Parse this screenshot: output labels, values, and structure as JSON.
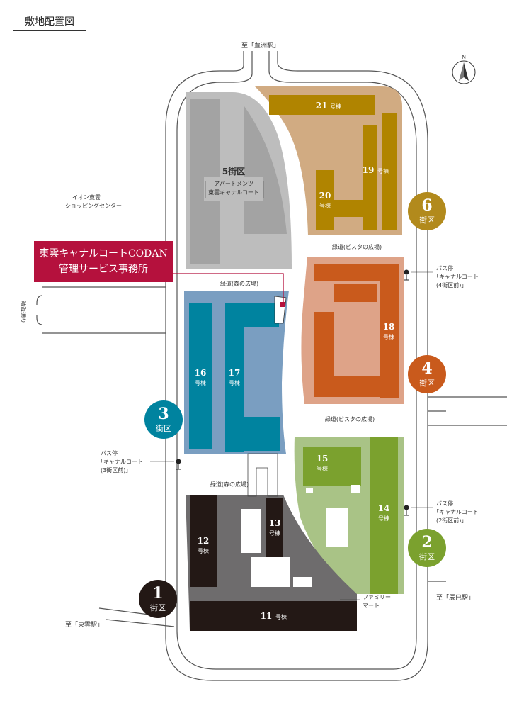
{
  "title": "敷地配置図",
  "office": {
    "line1": "東雲キャナルコートCODAN",
    "line2": "管理サービス事務所"
  },
  "compass": "N",
  "districts": [
    {
      "num": "1",
      "label": "街区",
      "color": "#231815"
    },
    {
      "num": "2",
      "label": "街区",
      "color": "#7ba12e"
    },
    {
      "num": "3",
      "label": "街区",
      "color": "#00839f"
    },
    {
      "num": "4",
      "label": "街区",
      "color": "#c95a1c"
    },
    {
      "num": "6",
      "label": "街区",
      "color": "#b28a1c"
    }
  ],
  "district5": {
    "name": "5街区",
    "sub1": "アパートメンツ",
    "sub2": "東雲キャナルコート"
  },
  "buildings": [
    {
      "num": "11",
      "suffix": "号棟"
    },
    {
      "num": "12",
      "suffix": "号棟"
    },
    {
      "num": "13",
      "suffix": "号棟"
    },
    {
      "num": "14",
      "suffix": "号棟"
    },
    {
      "num": "15",
      "suffix": "号棟"
    },
    {
      "num": "16",
      "suffix": "号棟"
    },
    {
      "num": "17",
      "suffix": "号棟"
    },
    {
      "num": "18",
      "suffix": "号棟"
    },
    {
      "num": "19",
      "suffix": "号棟"
    },
    {
      "num": "20",
      "suffix": "号棟"
    },
    {
      "num": "21",
      "suffix": "号棟"
    }
  ],
  "paths": {
    "vista_upper": "緑道(ビスタの広場)",
    "vista_lower": "緑道(ビスタの広場)",
    "mori_upper": "緑道(森の広場)",
    "mori_lower": "緑道(森の広場)"
  },
  "stations": {
    "toyosu": "至「豊洲駅」",
    "shinonome": "至「東雲駅」",
    "tatsumi": "至「辰巳駅」"
  },
  "bus_stops": [
    {
      "line1": "バス停",
      "line2": "「キャナルコート",
      "line3": "(4街区前)」"
    },
    {
      "line1": "バス停",
      "line2": "「キャナルコート",
      "line3": "(3街区前)」"
    },
    {
      "line1": "バス停",
      "line2": "「キャナルコート",
      "line3": "(2街区前)」"
    }
  ],
  "landmarks": {
    "aeon1": "イオン東雲",
    "aeon2": "ショッピングセンター",
    "harumi": "晴海通り",
    "family1": "ファミリー",
    "family2": "マート"
  }
}
